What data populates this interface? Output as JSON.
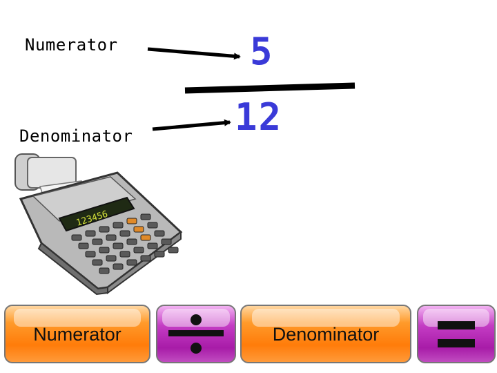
{
  "labels": {
    "numerator": "Numerator",
    "denominator": "Denominator"
  },
  "fraction": {
    "numerator": "5",
    "denominator": "12"
  },
  "calculator": {
    "display": "123456"
  },
  "buttons": {
    "numerator": "Numerator",
    "denominator": "Denominator",
    "divide_icon": "division-sign-icon",
    "equals_icon": "equals-sign-icon"
  },
  "colors": {
    "fraction_digits": "#3a3ad8",
    "orange_button": "#ff7c0a",
    "purple_button": "#a81ca8"
  }
}
